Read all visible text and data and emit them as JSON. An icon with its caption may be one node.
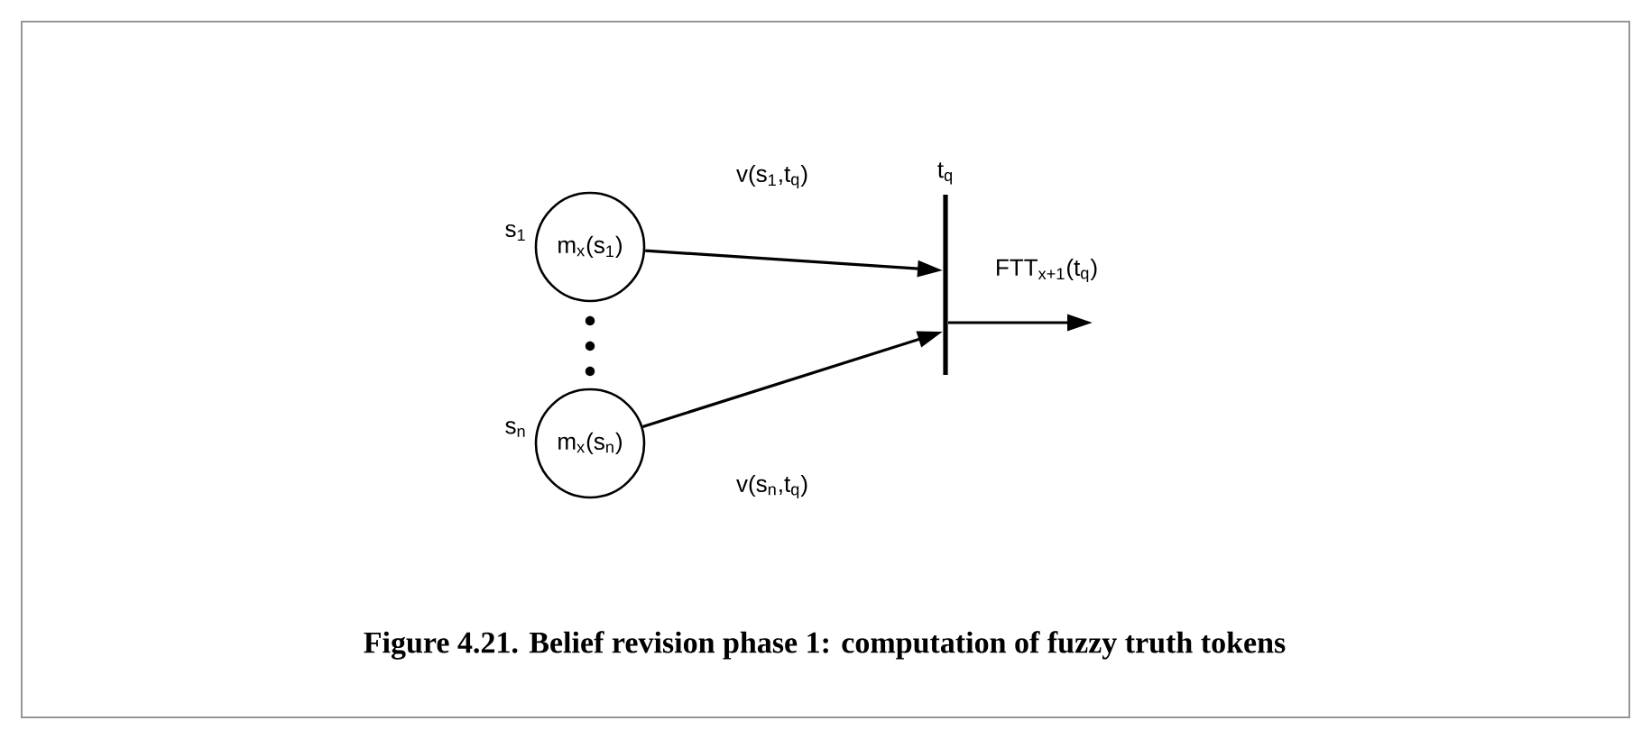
{
  "diagram": {
    "caption": "Figure 4.21. Belief revision phase 1: computation of fuzzy truth tokens",
    "nodes": [
      {
        "text": [
          "m$_{x}$(s$_{1}$)"
        ],
        "beside": [
          "s$_{1}$"
        ]
      },
      {
        "text": [
          "m$_{x}$(s$_{n}$)"
        ],
        "beside": [
          "s$_{n}$"
        ]
      },
      {
        "text": [],
        "shape": "bar",
        "beside": [
          "t$_{q}$"
        ]
      }
    ],
    "edges": [
      {
        "from": 0,
        "to": 2,
        "arrow": "to",
        "label": "v(s$_{1}$,t$_{q}$)"
      },
      {
        "from": 1,
        "to": 2,
        "arrow": "to",
        "label": "v(s$_{n}$,t$_{q}$)"
      },
      {
        "from": 2,
        "to": null,
        "arrow": "to",
        "label": "FTT$_{x+1}$(t$_{q}$)"
      }
    ]
  }
}
